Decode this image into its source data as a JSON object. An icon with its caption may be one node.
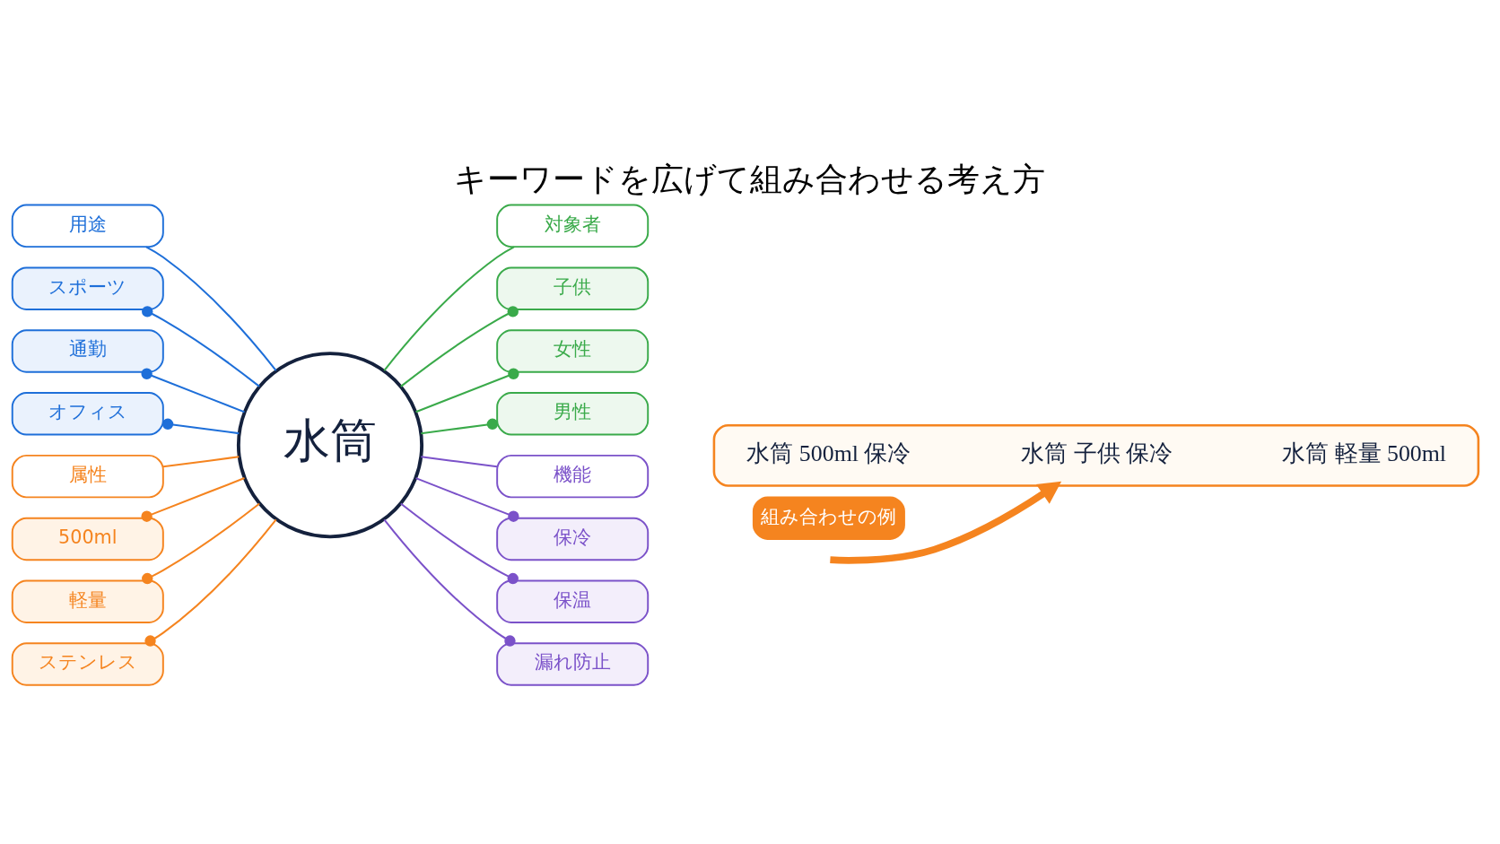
{
  "diagram": {
    "title": "キーワードを広げて組み合わせる考え方",
    "nodes": [
      {
        "text": [
          "水筒"
        ]
      },
      {
        "text": [
          "用途"
        ]
      },
      {
        "text": [
          "スポーツ"
        ]
      },
      {
        "text": [
          "通勤"
        ]
      },
      {
        "text": [
          "オフィス"
        ]
      },
      {
        "text": [
          "対象者"
        ]
      },
      {
        "text": [
          "子供"
        ]
      },
      {
        "text": [
          "女性"
        ]
      },
      {
        "text": [
          "男性"
        ]
      },
      {
        "text": [
          "属性"
        ]
      },
      {
        "text": [
          "500ml"
        ]
      },
      {
        "text": [
          "軽量"
        ]
      },
      {
        "text": [
          "ステンレス"
        ]
      },
      {
        "text": [
          "機能"
        ]
      },
      {
        "text": [
          "保冷"
        ]
      },
      {
        "text": [
          "保温"
        ]
      },
      {
        "text": [
          "漏れ防止"
        ]
      },
      {
        "text": [
          "組み合わせの例"
        ]
      },
      {
        "text": [],
        "shape": "box"
      },
      {
        "text": [
          "水筒 500ml 保冷"
        ],
        "in": 18
      },
      {
        "text": [
          "水筒 子供 保冷"
        ],
        "in": 18
      },
      {
        "text": [
          "水筒 軽量 500ml"
        ],
        "in": 18
      }
    ],
    "edges": [
      {
        "from": 1,
        "to": 0,
        "arrow": "none",
        "color": "#1e6fd9"
      },
      {
        "from": 2,
        "to": 0,
        "arrow": "other",
        "color": "#1e6fd9"
      },
      {
        "from": 3,
        "to": 0,
        "arrow": "other",
        "color": "#1e6fd9"
      },
      {
        "from": 4,
        "to": 0,
        "arrow": "other",
        "color": "#1e6fd9"
      },
      {
        "from": 5,
        "to": 0,
        "arrow": "none",
        "color": "#3aaa4a"
      },
      {
        "from": 6,
        "to": 0,
        "arrow": "other",
        "color": "#3aaa4a"
      },
      {
        "from": 7,
        "to": 0,
        "arrow": "other",
        "color": "#3aaa4a"
      },
      {
        "from": 8,
        "to": 0,
        "arrow": "other",
        "color": "#3aaa4a"
      },
      {
        "from": 9,
        "to": 0,
        "arrow": "none",
        "color": "#f5841f"
      },
      {
        "from": 10,
        "to": 0,
        "arrow": "other",
        "color": "#f5841f"
      },
      {
        "from": 11,
        "to": 0,
        "arrow": "other",
        "color": "#f5841f"
      },
      {
        "from": 12,
        "to": 0,
        "arrow": "other",
        "color": "#f5841f"
      },
      {
        "from": 13,
        "to": 0,
        "arrow": "none",
        "color": "#7b52c9"
      },
      {
        "from": 14,
        "to": 0,
        "arrow": "other",
        "color": "#7b52c9"
      },
      {
        "from": 15,
        "to": 0,
        "arrow": "other",
        "color": "#7b52c9"
      },
      {
        "from": 16,
        "to": 0,
        "arrow": "other",
        "color": "#7b52c9"
      },
      {
        "from": null,
        "to": 18,
        "arrow": "to",
        "style": "thick",
        "color": "#f5841f"
      }
    ]
  }
}
